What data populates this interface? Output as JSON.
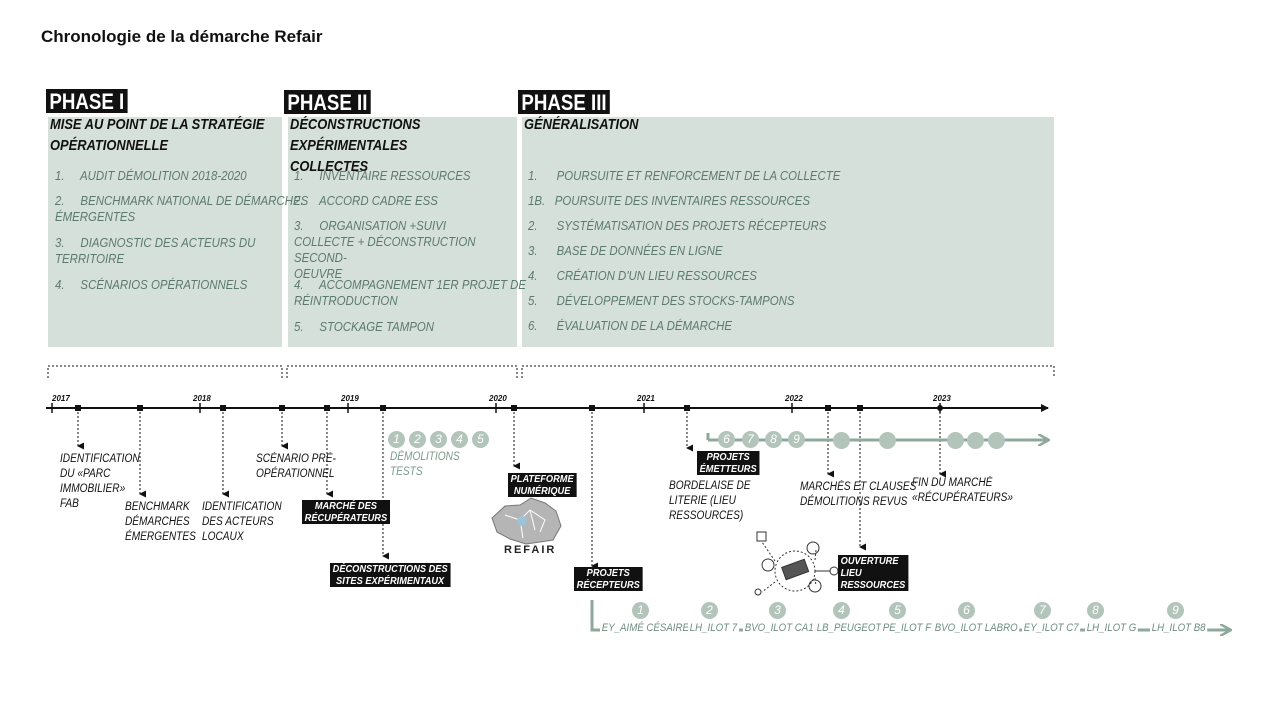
{
  "title": "Chronologie de la démarche Refair",
  "phases": [
    {
      "label": "PHASE I",
      "subtitle": [
        "MISE AU POINT DE LA STRATÉGIE",
        "OPÉRATIONNELLE"
      ],
      "items": [
        [
          "1.     AUDIT DÉMOLITION 2018-2020"
        ],
        [
          "2.     BENCHMARK NATIONAL DE DÉMARCHES",
          "ÉMERGENTES"
        ],
        [
          "3.     DIAGNOSTIC DES ACTEURS DU",
          "TERRITOIRE"
        ],
        [
          "4.     SCÉNARIOS OPÉRATIONNELS"
        ]
      ]
    },
    {
      "label": "PHASE II",
      "subtitle": [
        "DÉCONSTRUCTIONS EXPÉRIMENTALES",
        "COLLECTES"
      ],
      "items": [
        [
          "1.     INVENTAIRE RESSOURCES"
        ],
        [
          "2.     ACCORD CADRE ESS"
        ],
        [
          "3.     ORGANISATION +SUIVI",
          "COLLECTE  + DÉCONSTRUCTION SECOND-",
          "OEUVRE"
        ],
        [
          "4.     ACCOMPAGNEMENT 1ER PROJET DE",
          "RÉINTRODUCTION"
        ],
        [
          "5.     STOCKAGE TAMPON"
        ]
      ]
    },
    {
      "label": "PHASE III",
      "subtitle": [
        "GÉNÉRALISATION"
      ],
      "items": [
        [
          "1.      POURSUITE ET RENFORCEMENT DE LA COLLECTE"
        ],
        [
          "1B.   POURSUITE DES INVENTAIRES RESSOURCES"
        ],
        [
          "2.      SYSTÉMATISATION DES PROJETS RÉCEPTEURS"
        ],
        [
          "3.      BASE DE DONNÉES EN LIGNE"
        ],
        [
          "4.      CRÉATION D'UN LIEU RESSOURCES"
        ],
        [
          "5.      DÉVELOPPEMENT DES STOCKS-TAMPONS"
        ],
        [
          "6.      ÉVALUATION DE LA DÉMARCHE"
        ]
      ]
    }
  ],
  "years": [
    "2017",
    "2018",
    "2019",
    "2020",
    "2021",
    "2022",
    "2023"
  ],
  "events": {
    "e1": [
      "IDENTIFICATION",
      "DU «PARC",
      "IMMOBILIER»",
      "FAB"
    ],
    "e2": [
      "BENCHMARK",
      "DÉMARCHES",
      "ÉMERGENTES"
    ],
    "e3": [
      "IDENTIFICATION",
      "DES ACTEURS",
      "LOCAUX"
    ],
    "e4": [
      "SCÉNARIO PRÉ-",
      "OPÉRATIONNEL"
    ],
    "e5": [
      "MARCHÉ DES",
      "RÉCUPÉRATEURS"
    ],
    "e6": [
      "DÉCONSTRUCTIONS DES",
      "SITES EXPÉRIMENTAUX"
    ],
    "e7": [
      "PLATEFORME",
      "NUMÉRIQUE"
    ],
    "e8": [
      "PROJETS",
      "RÉCEPTEURS"
    ],
    "e9": [
      "PROJETS",
      "ÉMETTEURS"
    ],
    "e10": [
      "BORDELAISE DE",
      "LITERIE (LIEU",
      "RESSOURCES)"
    ],
    "e11": [
      "MARCHÉS ET CLAUSES",
      "DÉMOLITIONS REVUS"
    ],
    "e12": [
      "OUVERTURE",
      "LIEU",
      "RESSOURCES"
    ],
    "e13": [
      "FIN DU MARCHÉ",
      "«RÉCUPÉRATEURS»"
    ]
  },
  "demolitions": {
    "numbers": [
      "1",
      "2",
      "3",
      "4",
      "5"
    ],
    "label": [
      "DÉMOLITIONS",
      "TESTS"
    ]
  },
  "emitters_numbers": [
    "6",
    "7",
    "8",
    "9"
  ],
  "logo_text": "REFAIR",
  "projects": {
    "numbers": [
      "1",
      "2",
      "3",
      "4",
      "5",
      "6",
      "7",
      "8",
      "9"
    ],
    "names": [
      "EY_AIMÉ CÉSAIRE",
      "LH_ILOT 7",
      "BVO_ILOT CA1",
      "LB_PEUGEOT",
      "PE_ILOT F",
      "BVO_ILOT  LABRO",
      "EY_ILOT  C7",
      "LH_ILOT  G",
      "LH_ILOT  B8"
    ]
  },
  "colors": {
    "box": "#d6e0da",
    "accent": "#8fa89c",
    "text_green": "#5b7a6d"
  }
}
